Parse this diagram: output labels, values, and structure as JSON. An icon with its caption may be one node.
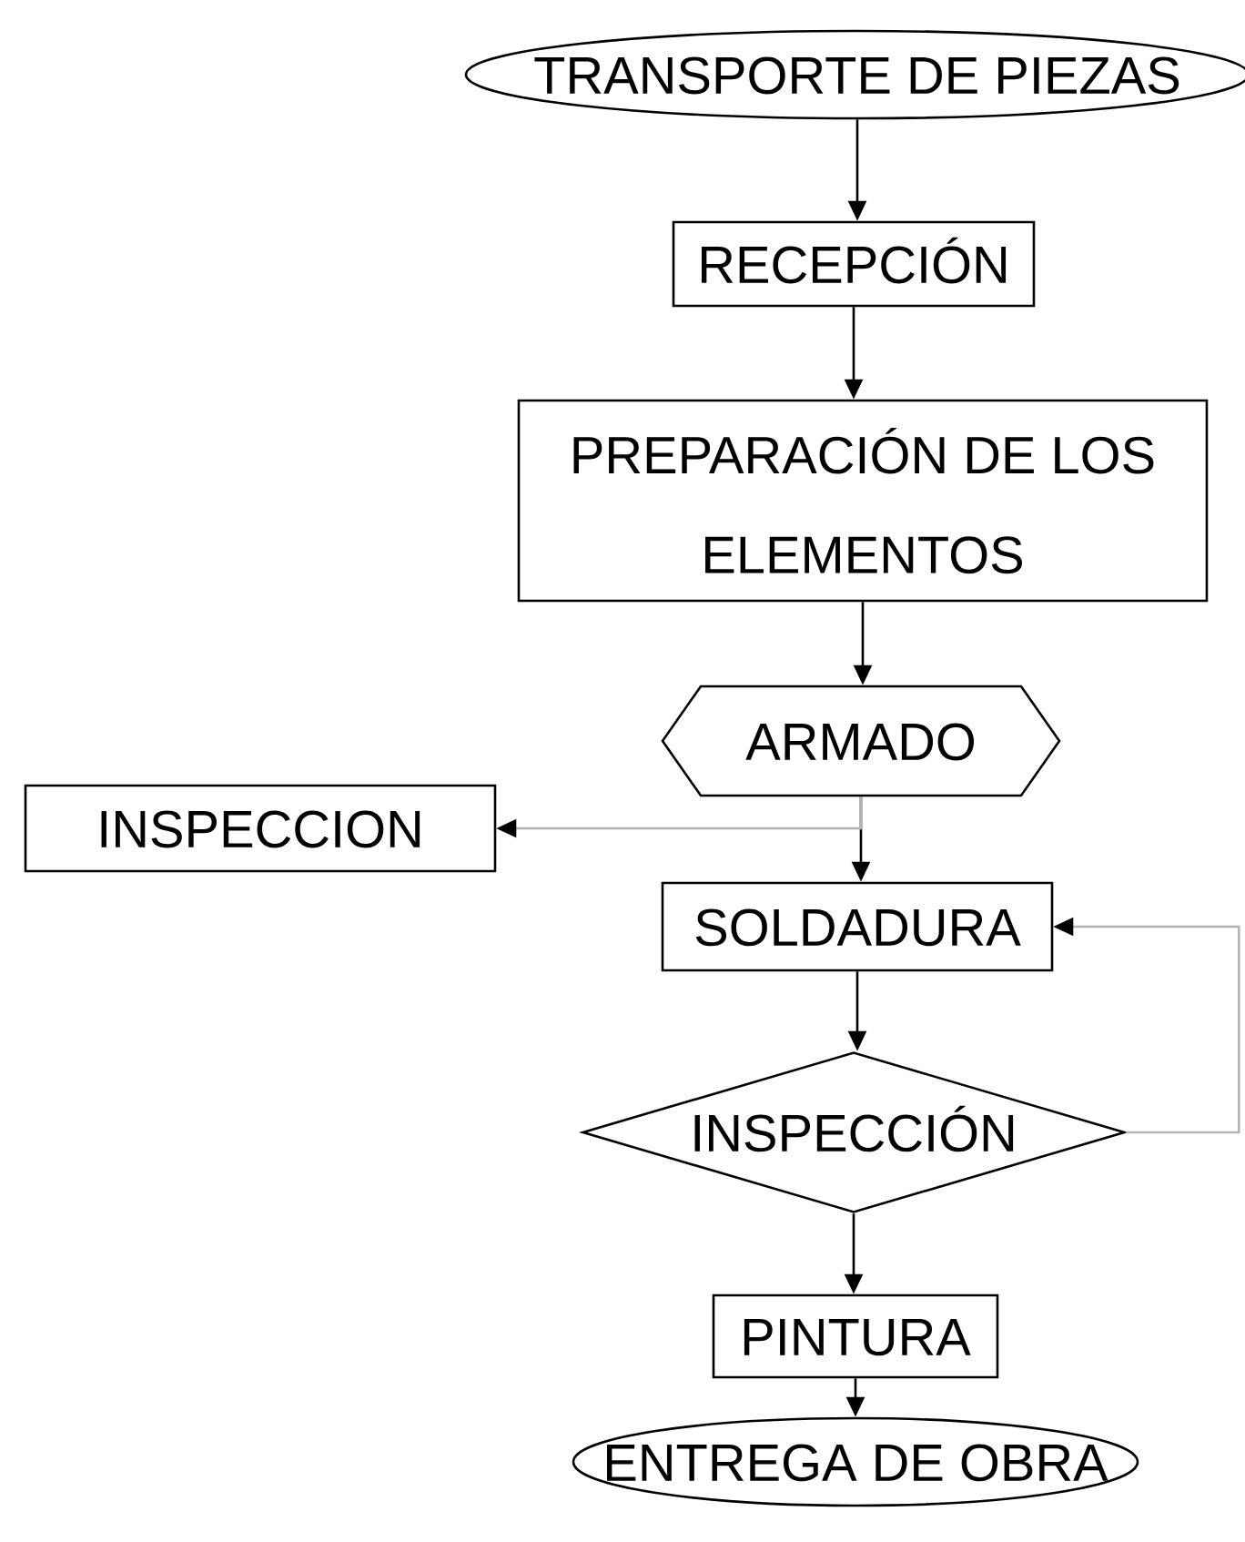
{
  "diagram": {
    "nodes": [
      {
        "text": [
          "TRANSPORTE DE PIEZAS"
        ]
      },
      {
        "text": [
          "RECEPCIÓN"
        ]
      },
      {
        "text": [
          "PREPARACIÓN DE LOS ELEMENTOS"
        ]
      },
      {
        "text": [
          "ARMADO"
        ]
      },
      {
        "text": [
          "INSPECCION"
        ]
      },
      {
        "text": [
          "SOLDADURA"
        ]
      },
      {
        "text": [
          "INSPECCIÓN"
        ]
      },
      {
        "text": [
          "PINTURA"
        ]
      },
      {
        "text": [
          "ENTREGA DE OBRA"
        ]
      }
    ],
    "edges": [
      {
        "from": 0,
        "to": 1,
        "arrow": "to"
      },
      {
        "from": 1,
        "to": 2,
        "arrow": "to"
      },
      {
        "from": 2,
        "to": 3,
        "arrow": "to"
      },
      {
        "from": 3,
        "to": 5,
        "arrow": "to"
      },
      {
        "from": 3,
        "to": 4,
        "arrow": "to",
        "color": "#b4b4b4"
      },
      {
        "from": 5,
        "to": 6,
        "arrow": "to"
      },
      {
        "from": 6,
        "to": 5,
        "arrow": "to",
        "color": "#b4b4b4"
      },
      {
        "from": 6,
        "to": 7,
        "arrow": "to"
      },
      {
        "from": 7,
        "to": 8,
        "arrow": "to"
      }
    ]
  }
}
